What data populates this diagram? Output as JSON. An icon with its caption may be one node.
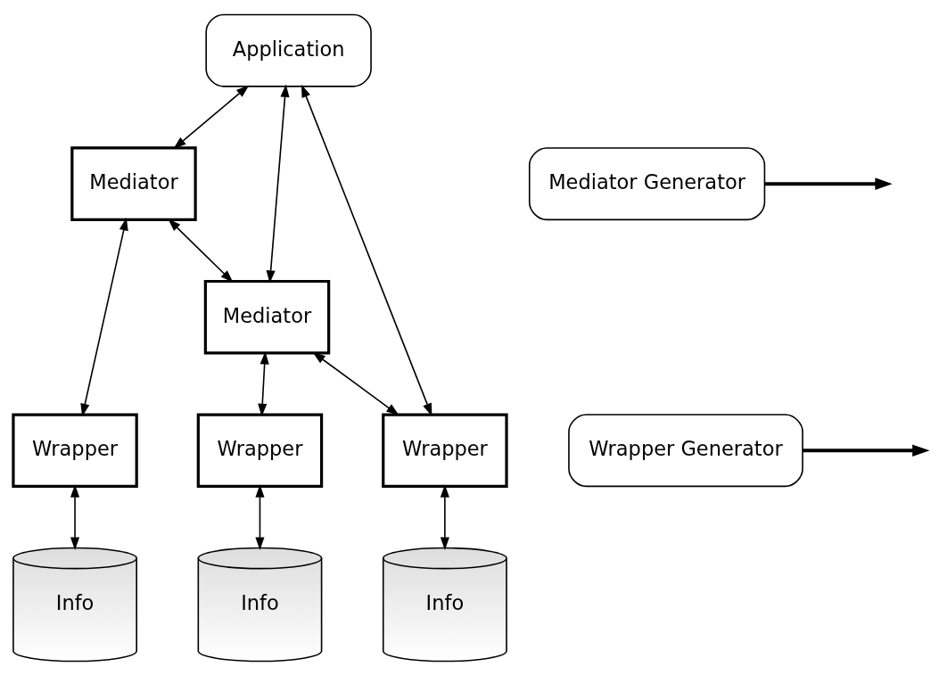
{
  "diagram": {
    "nodes": [
      {
        "text": [
          "Application"
        ]
      },
      {
        "text": [
          "Mediator"
        ]
      },
      {
        "text": [
          "Mediator Generator"
        ]
      },
      {
        "text": [
          "Mediator"
        ]
      },
      {
        "text": [
          "Wrapper"
        ]
      },
      {
        "text": [
          "Wrapper"
        ]
      },
      {
        "text": [
          "Wrapper"
        ]
      },
      {
        "text": [
          "Wrapper Generator"
        ]
      },
      {
        "text": [
          "Info"
        ]
      },
      {
        "text": [
          "Info"
        ]
      },
      {
        "text": [
          "Info"
        ]
      }
    ],
    "edges": [
      {
        "from": 0,
        "to": 3,
        "arrow": "both"
      },
      {
        "from": 0,
        "to": 5,
        "arrow": "both"
      },
      {
        "from": 0,
        "to": 1,
        "arrow": "both"
      },
      {
        "from": 1,
        "to": 3,
        "arrow": "both"
      },
      {
        "from": 2,
        "to": null,
        "arrow": "to",
        "style": "thick"
      },
      {
        "from": 3,
        "to": 4,
        "arrow": "both"
      },
      {
        "from": 3,
        "to": 5,
        "arrow": "both"
      },
      {
        "from": 1,
        "to": 6,
        "arrow": "both"
      },
      {
        "from": 7,
        "to": null,
        "arrow": "to",
        "style": "thick"
      },
      {
        "from": 4,
        "to": 8,
        "arrow": "both"
      },
      {
        "from": 5,
        "to": 9,
        "arrow": "both"
      },
      {
        "from": 6,
        "to": 10,
        "arrow": "both"
      }
    ]
  }
}
